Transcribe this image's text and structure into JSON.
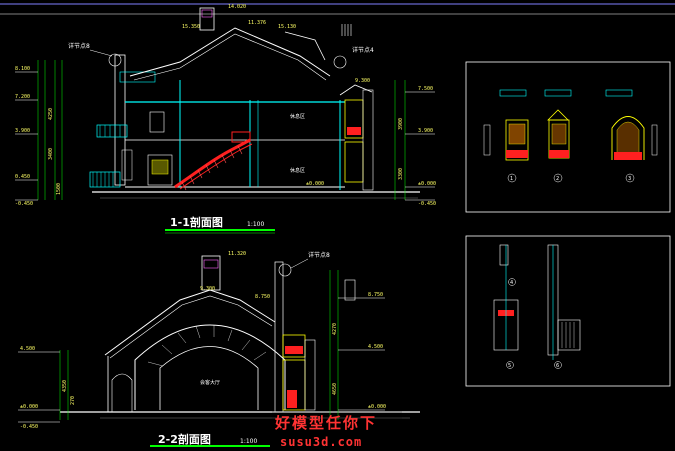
{
  "sections": {
    "s1": {
      "title": "1-1剖面图",
      "scale": "1:100",
      "callout_left": "详节点8",
      "callout_right": "详节点4",
      "room_upper": "休息区",
      "room_lower": "休息区",
      "dims_left": [
        "8.100",
        "7.200",
        "3.900",
        "0.450",
        "-0.450"
      ],
      "dims_left_vertical": [
        "4250",
        "3400",
        "1500"
      ],
      "dims_right": [
        "7.500",
        "3.900",
        "±0.000",
        "-0.450"
      ],
      "dims_top": [
        "14.020",
        "11.376",
        "15.130",
        "9.300",
        "15.350"
      ],
      "dims_right_vertical": [
        "3900",
        "3300"
      ],
      "floor_mark": "±0.000"
    },
    "s2": {
      "title": "2-2剖面图",
      "scale": "1:100",
      "callout": "详节点8",
      "room": "会客大厅",
      "dims_left": [
        "4.500",
        "±0.000",
        "-0.450"
      ],
      "dims_left_vertical": [
        "4350",
        "270"
      ],
      "dims_right": [
        "8.750",
        "4.500",
        "±0.000"
      ],
      "dims_top": [
        "11.320",
        "8.750",
        "9.300"
      ],
      "dims_right_vertical": [
        "4270",
        "4650"
      ]
    }
  },
  "details": {
    "marks": [
      "1",
      "2",
      "3"
    ]
  },
  "details2": {
    "marks": [
      "4",
      "5",
      "6"
    ]
  },
  "watermark": {
    "line1": "好模型任你下",
    "line2": "susu3d.com"
  }
}
